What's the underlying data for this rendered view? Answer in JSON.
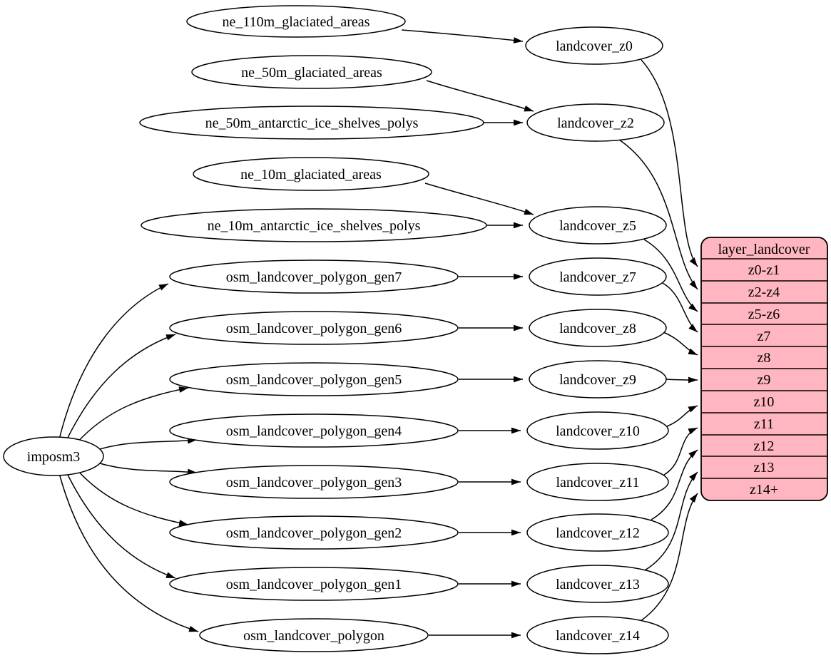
{
  "diagram": {
    "colors": {
      "table_fill": "#ffb6c1",
      "node_fill": "#ffffff",
      "stroke": "#000000",
      "background": "#ffffff"
    },
    "root": {
      "label": "imposm3"
    },
    "sources": [
      {
        "label": "ne_110m_glaciated_areas"
      },
      {
        "label": "ne_50m_glaciated_areas"
      },
      {
        "label": "ne_50m_antarctic_ice_shelves_polys"
      },
      {
        "label": "ne_10m_glaciated_areas"
      },
      {
        "label": "ne_10m_antarctic_ice_shelves_polys"
      },
      {
        "label": "osm_landcover_polygon_gen7"
      },
      {
        "label": "osm_landcover_polygon_gen6"
      },
      {
        "label": "osm_landcover_polygon_gen5"
      },
      {
        "label": "osm_landcover_polygon_gen4"
      },
      {
        "label": "osm_landcover_polygon_gen3"
      },
      {
        "label": "osm_landcover_polygon_gen2"
      },
      {
        "label": "osm_landcover_polygon_gen1"
      },
      {
        "label": "osm_landcover_polygon"
      }
    ],
    "intermediates": [
      {
        "label": "landcover_z0"
      },
      {
        "label": "landcover_z2"
      },
      {
        "label": "landcover_z5"
      },
      {
        "label": "landcover_z7"
      },
      {
        "label": "landcover_z8"
      },
      {
        "label": "landcover_z9"
      },
      {
        "label": "landcover_z10"
      },
      {
        "label": "landcover_z11"
      },
      {
        "label": "landcover_z12"
      },
      {
        "label": "landcover_z13"
      },
      {
        "label": "landcover_z14"
      }
    ],
    "table": {
      "title": "layer_landcover",
      "rows": [
        "z0-z1",
        "z2-z4",
        "z5-z6",
        "z7",
        "z8",
        "z9",
        "z10",
        "z11",
        "z12",
        "z13",
        "z14+"
      ]
    },
    "edges": [
      {
        "from": "imposm3",
        "to": "osm_landcover_polygon_gen7"
      },
      {
        "from": "imposm3",
        "to": "osm_landcover_polygon_gen6"
      },
      {
        "from": "imposm3",
        "to": "osm_landcover_polygon_gen5"
      },
      {
        "from": "imposm3",
        "to": "osm_landcover_polygon_gen4"
      },
      {
        "from": "imposm3",
        "to": "osm_landcover_polygon_gen3"
      },
      {
        "from": "imposm3",
        "to": "osm_landcover_polygon_gen2"
      },
      {
        "from": "imposm3",
        "to": "osm_landcover_polygon_gen1"
      },
      {
        "from": "imposm3",
        "to": "osm_landcover_polygon"
      },
      {
        "from": "ne_110m_glaciated_areas",
        "to": "landcover_z0"
      },
      {
        "from": "ne_50m_glaciated_areas",
        "to": "landcover_z2"
      },
      {
        "from": "ne_50m_antarctic_ice_shelves_polys",
        "to": "landcover_z2"
      },
      {
        "from": "ne_10m_glaciated_areas",
        "to": "landcover_z5"
      },
      {
        "from": "ne_10m_antarctic_ice_shelves_polys",
        "to": "landcover_z5"
      },
      {
        "from": "osm_landcover_polygon_gen7",
        "to": "landcover_z7"
      },
      {
        "from": "osm_landcover_polygon_gen6",
        "to": "landcover_z8"
      },
      {
        "from": "osm_landcover_polygon_gen5",
        "to": "landcover_z9"
      },
      {
        "from": "osm_landcover_polygon_gen4",
        "to": "landcover_z10"
      },
      {
        "from": "osm_landcover_polygon_gen3",
        "to": "landcover_z11"
      },
      {
        "from": "osm_landcover_polygon_gen2",
        "to": "landcover_z12"
      },
      {
        "from": "osm_landcover_polygon_gen1",
        "to": "landcover_z13"
      },
      {
        "from": "osm_landcover_polygon",
        "to": "landcover_z14"
      },
      {
        "from": "landcover_z0",
        "to": "z0-z1"
      },
      {
        "from": "landcover_z2",
        "to": "z2-z4"
      },
      {
        "from": "landcover_z5",
        "to": "z5-z6"
      },
      {
        "from": "landcover_z7",
        "to": "z7"
      },
      {
        "from": "landcover_z8",
        "to": "z8"
      },
      {
        "from": "landcover_z9",
        "to": "z9"
      },
      {
        "from": "landcover_z10",
        "to": "z10"
      },
      {
        "from": "landcover_z11",
        "to": "z11"
      },
      {
        "from": "landcover_z12",
        "to": "z12"
      },
      {
        "from": "landcover_z13",
        "to": "z13"
      },
      {
        "from": "landcover_z14",
        "to": "z14+"
      }
    ]
  }
}
